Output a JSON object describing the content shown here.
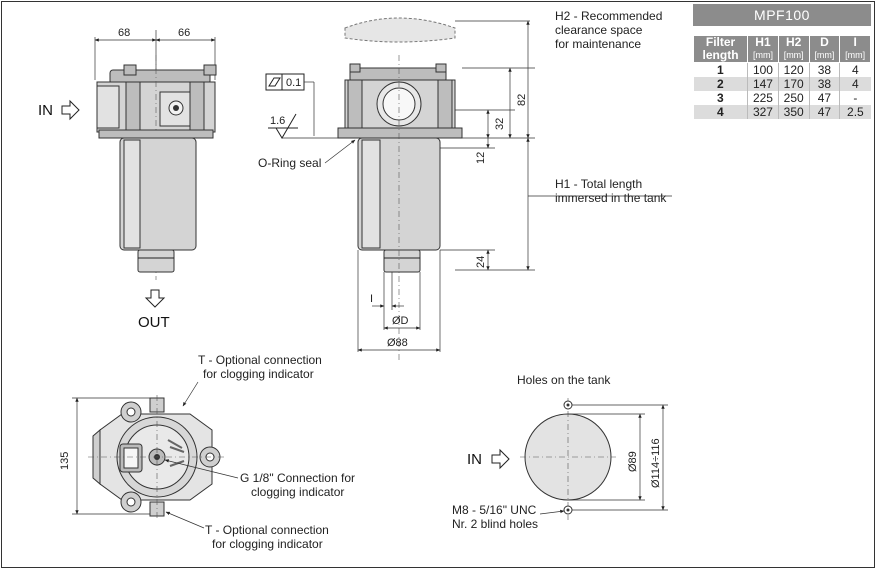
{
  "table": {
    "title": "MPF100",
    "headers": [
      {
        "label": "Filter",
        "unit": "length"
      },
      {
        "label": "H1",
        "unit": "[mm]"
      },
      {
        "label": "H2",
        "unit": "[mm]"
      },
      {
        "label": "D",
        "unit": "[mm]"
      },
      {
        "label": "I",
        "unit": "[mm]"
      }
    ],
    "rows": [
      [
        "1",
        "100",
        "120",
        "38",
        "4"
      ],
      [
        "2",
        "147",
        "170",
        "38",
        "4"
      ],
      [
        "3",
        "225",
        "250",
        "47",
        "-"
      ],
      [
        "4",
        "327",
        "350",
        "47",
        "2.5"
      ]
    ]
  },
  "front_view": {
    "dim_left": "68",
    "dim_right": "66",
    "in_label": "IN",
    "out_label": "OUT"
  },
  "side_view": {
    "h2_line1": "H2 - Recommended",
    "h2_line2": "clearance space",
    "h2_line3": "for maintenance",
    "flatness": "0.1",
    "roughness": "1.6",
    "oring": "O-Ring seal",
    "dim_82": "82",
    "dim_32": "32",
    "dim_12": "12",
    "dim_24": "24",
    "h1_line1": "H1 - Total length",
    "h1_line2": "immersed in the tank",
    "dim_i": "I",
    "dim_d": "ØD",
    "dim_88": "Ø88"
  },
  "top_view": {
    "t_top_line1": "T - Optional connection",
    "t_top_line2": "for clogging indicator",
    "dim_135": "135",
    "g_line1": "G 1/8\" Connection for",
    "g_line2": "clogging indicator",
    "t_bot_line1": "T - Optional connection",
    "t_bot_line2": "for clogging indicator"
  },
  "holes_view": {
    "title": "Holes on the tank",
    "in_label": "IN",
    "dim_89": "Ø89",
    "dim_114": "Ø114÷116",
    "m8_line1": "M8 - 5/16\" UNC",
    "m8_line2": "Nr. 2 blind holes"
  }
}
